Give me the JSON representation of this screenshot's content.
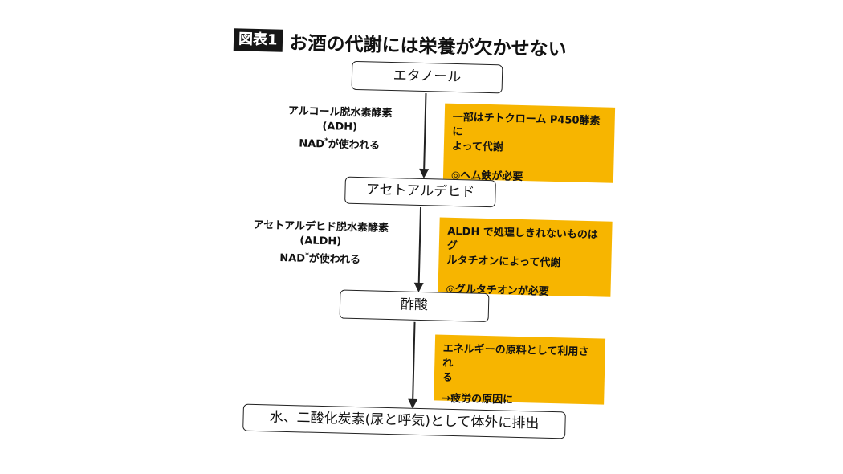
{
  "title": {
    "tag": "図表1",
    "text": "お酒の代謝には栄養が欠かせない"
  },
  "nodes": {
    "ethanol": "エタノール",
    "acetaldehyde": "アセトアルデヒド",
    "acetic_acid": "酢酸",
    "excretion": "水、二酸化炭素(尿と呼気)として体外に排出"
  },
  "enzymes": {
    "adh": {
      "name": "アルコール脱水素酵素",
      "abbr": "(ADH)",
      "cof_pre": "NAD",
      "cof_sup": "*",
      "cof_post": "が使われる"
    },
    "aldh": {
      "name": "アセトアルデヒド脱水素酵素",
      "abbr": "(ALDH)",
      "cof_pre": "NAD",
      "cof_sup": "*",
      "cof_post": "が使われる"
    }
  },
  "notes": {
    "cyp": {
      "line1": "一部はチトクローム P450酵素に",
      "line2": "よって代謝",
      "line3": "◎ヘム鉄が必要"
    },
    "glutathione": {
      "line1": "ALDH で処理しきれないものはグ",
      "line2": "ルタチオンによって代謝",
      "line3": "◎グルタチオンが必要"
    },
    "energy": {
      "line1": "エネルギーの原料として利用され",
      "line2": "る",
      "line3": "→疲労の原因に"
    }
  },
  "colors": {
    "note_bg": "#f7b500",
    "title_tag_bg": "#161616"
  }
}
